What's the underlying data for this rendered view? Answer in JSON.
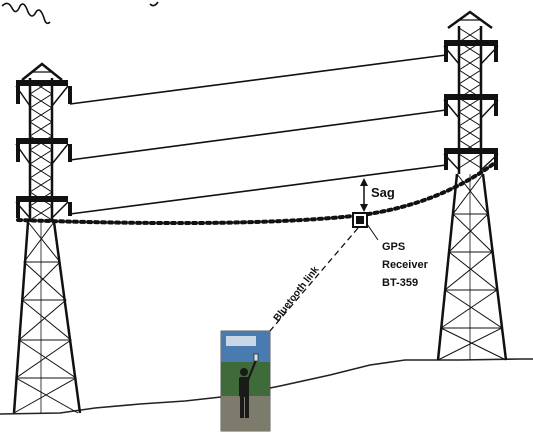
{
  "labels": {
    "sag": "Sag",
    "bluetooth": "Bluetooth link",
    "receiver_line1": "GPS",
    "receiver_line2": "Receiver",
    "receiver_line3": "BT-359"
  },
  "colors": {
    "ink": "#111111",
    "ground": "#222222",
    "photo_sky": "#4a7bb0",
    "photo_trees": "#3f6a3a",
    "photo_ground": "#8b8a7a"
  },
  "icons": {
    "left_tower": "lattice-transmission-tower",
    "right_tower": "lattice-transmission-tower",
    "gps_device": "gps-receiver-icon",
    "operator": "person-with-mobile-photo"
  }
}
